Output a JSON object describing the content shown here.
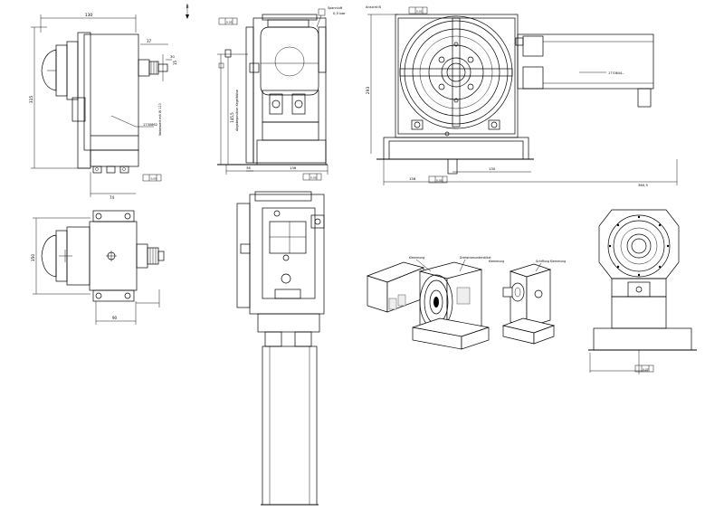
{
  "drawing": {
    "top_marker": "B",
    "view_label_a": "Ansicht B",
    "dimensions": {
      "front_top_width": "130",
      "front_height_left": "315",
      "front_dim_37": "37",
      "front_dim_15": "15",
      "front_dim_30": "30",
      "front_dim_74": "74",
      "front_vertical_note": "Nebenzeit mit W 110",
      "side_dim_145": "145,5",
      "side_vertical_note": "Abgabeposition Kegelhülse",
      "side_dim_36": "36",
      "side_dim_136": "136",
      "pos_dim_293": "293",
      "pos_dim_158": "158",
      "pos_dim_130": "130",
      "pos_dim_360": "360,5",
      "plan_dim_150": "150",
      "plan_dim_90": "90"
    },
    "callouts": {
      "front_part": "1730862",
      "side_box": "0,5 bar",
      "side_box_title": "Spannluft",
      "pos_part": "1770644...",
      "iso_label_1": "Klemmung",
      "iso_label_2": "Drehstromunterstützt",
      "iso_label_3": "Klemmung",
      "iso_label_4": "Schiffung Klemmung"
    },
    "tolerance_frames": {
      "t1": "0,05",
      "t2": "0,05",
      "t3": "0,05",
      "t4": "0,01",
      "t5": "0,05",
      "t6": "0,02"
    }
  }
}
